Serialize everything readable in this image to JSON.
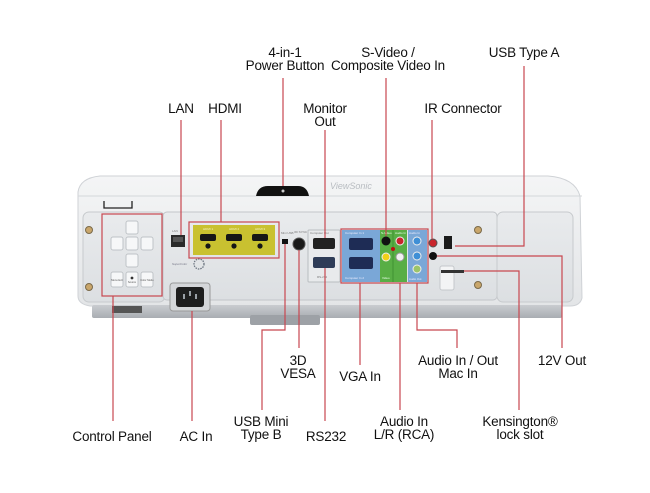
{
  "diagram": {
    "subject": "Projector rear panel I/O",
    "brand_mark": "ViewSonic",
    "callout_color": "#c8474f",
    "panel_labels": {
      "hdmi": [
        "HDMI 1",
        "HDMI 2",
        "HDMI 3"
      ],
      "lan": "LAN",
      "usb_mini": "Mini USB",
      "vesa_3d": "3D SYNC",
      "computer_out": "Computer Out",
      "rs232": "RS-232",
      "computer_in_1": "Computer In 1",
      "computer_in_2": "Computer In 2",
      "s_video": "S-Video",
      "video": "Video",
      "audio_in_top": "Audio In",
      "audio_in_rca": "Audio In",
      "audio_out": "Audio Out",
      "superclear": "SuperColor",
      "control_buttons": [
        "Menu Exit",
        "Source",
        "Color Mode"
      ]
    },
    "callouts_top": [
      {
        "id": "power",
        "lines": [
          "4-in-1",
          "Power Button"
        ]
      },
      {
        "id": "svideo",
        "lines": [
          "S-Video /",
          "Composite Video In"
        ]
      },
      {
        "id": "usb-a",
        "lines": [
          "USB Type A"
        ]
      },
      {
        "id": "lan",
        "lines": [
          "LAN"
        ]
      },
      {
        "id": "hdmi",
        "lines": [
          "HDMI"
        ]
      },
      {
        "id": "monitor-out",
        "lines": [
          "Monitor",
          "Out"
        ]
      },
      {
        "id": "ir",
        "lines": [
          "IR Connector"
        ]
      }
    ],
    "callouts_bottom": [
      {
        "id": "vesa",
        "lines": [
          "3D",
          "VESA"
        ]
      },
      {
        "id": "vga-in",
        "lines": [
          "VGA In"
        ]
      },
      {
        "id": "audio-inout",
        "lines": [
          "Audio In / Out",
          "Mac In"
        ]
      },
      {
        "id": "12v",
        "lines": [
          "12V Out"
        ]
      },
      {
        "id": "control-panel",
        "lines": [
          "Control Panel"
        ]
      },
      {
        "id": "ac-in",
        "lines": [
          "AC In"
        ]
      },
      {
        "id": "usb-mini",
        "lines": [
          "USB Mini",
          "Type B"
        ]
      },
      {
        "id": "rs232",
        "lines": [
          "RS232"
        ]
      },
      {
        "id": "audio-rca",
        "lines": [
          "Audio In",
          "L/R (RCA)"
        ]
      },
      {
        "id": "kensington",
        "lines": [
          "Kensington®",
          "lock slot"
        ]
      }
    ]
  }
}
